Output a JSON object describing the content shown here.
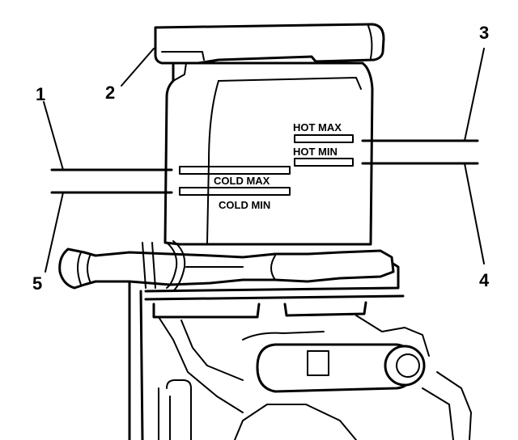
{
  "callouts": {
    "c1": "1",
    "c2": "2",
    "c3": "3",
    "c4": "4",
    "c5": "5"
  },
  "level_marks": {
    "hot_max": "HOT MAX",
    "hot_min": "HOT MIN",
    "cold_max": "COLD MAX",
    "cold_min": "COLD MIN"
  }
}
